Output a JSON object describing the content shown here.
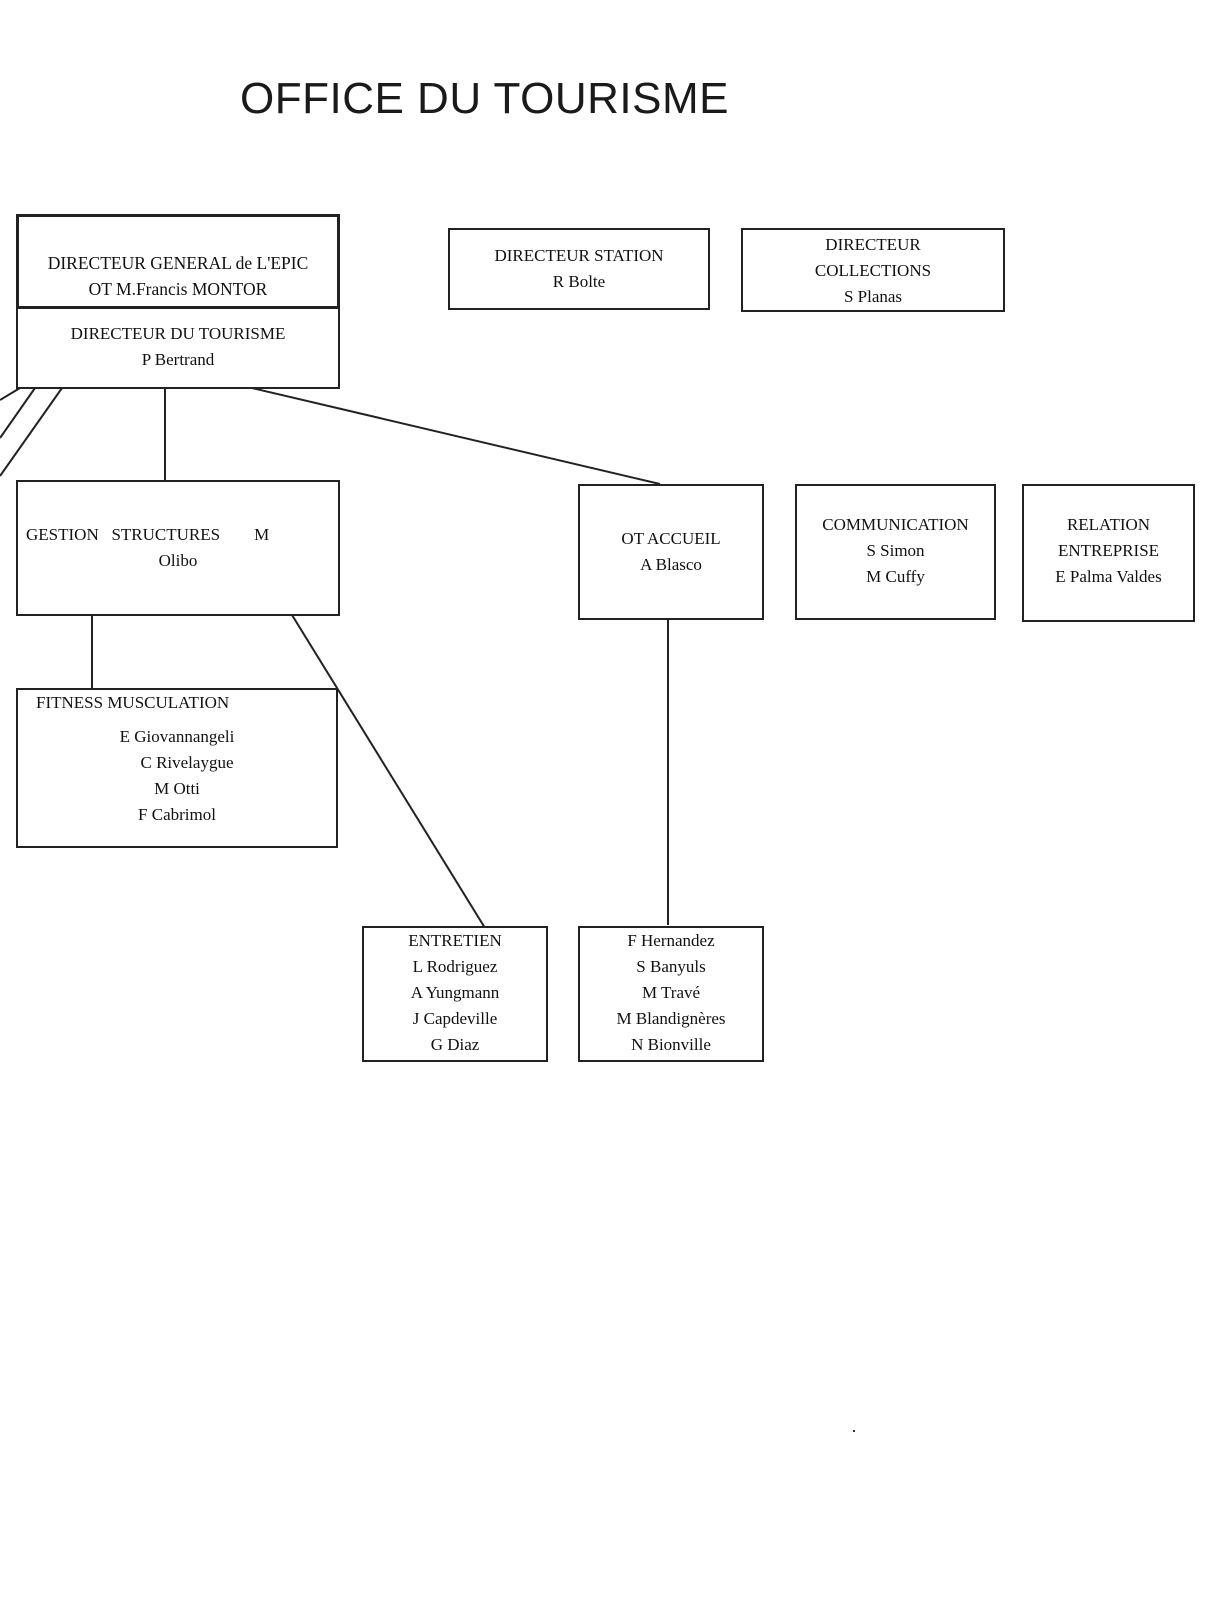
{
  "title": "OFFICE DU TOURISME",
  "boxes": {
    "directeur_general": {
      "line1": "DIRECTEUR GENERAL de L'EPIC",
      "line2": "OT M.Francis MONTOR"
    },
    "directeur_tourisme": {
      "line1": "DIRECTEUR DU TOURISME",
      "line2": "P Bertrand"
    },
    "directeur_station": {
      "line1": "DIRECTEUR STATION",
      "line2": "R Bolte"
    },
    "directeur_collections": {
      "line1": "DIRECTEUR",
      "line2": "COLLECTIONS",
      "line3": "S Planas"
    },
    "gestion_structures": {
      "line1": "GESTION   STRUCTURES        M",
      "line2": "Olibo"
    },
    "ot_accueil": {
      "line1": "OT ACCUEIL",
      "line2": "A Blasco"
    },
    "communication": {
      "line1": "COMMUNICATION",
      "line2": "S Simon",
      "line3": "M Cuffy"
    },
    "relation_entreprise": {
      "line1": "RELATION",
      "line2": "ENTREPRISE",
      "line3": "E Palma Valdes"
    },
    "fitness": {
      "line1": "FITNESS MUSCULATION",
      "names": [
        "E Giovannangeli",
        "C Rivelaygue",
        "M Otti",
        "F Cabrimol"
      ]
    },
    "entretien": {
      "line1": "ENTRETIEN",
      "names": [
        "L Rodriguez",
        "A Yungmann",
        "J Capdeville",
        "G Diaz"
      ]
    },
    "accueil_staff": {
      "names": [
        "F Hernandez",
        "S Banyuls",
        "M Travé",
        "M Blandignères",
        "N Bionville"
      ]
    }
  }
}
